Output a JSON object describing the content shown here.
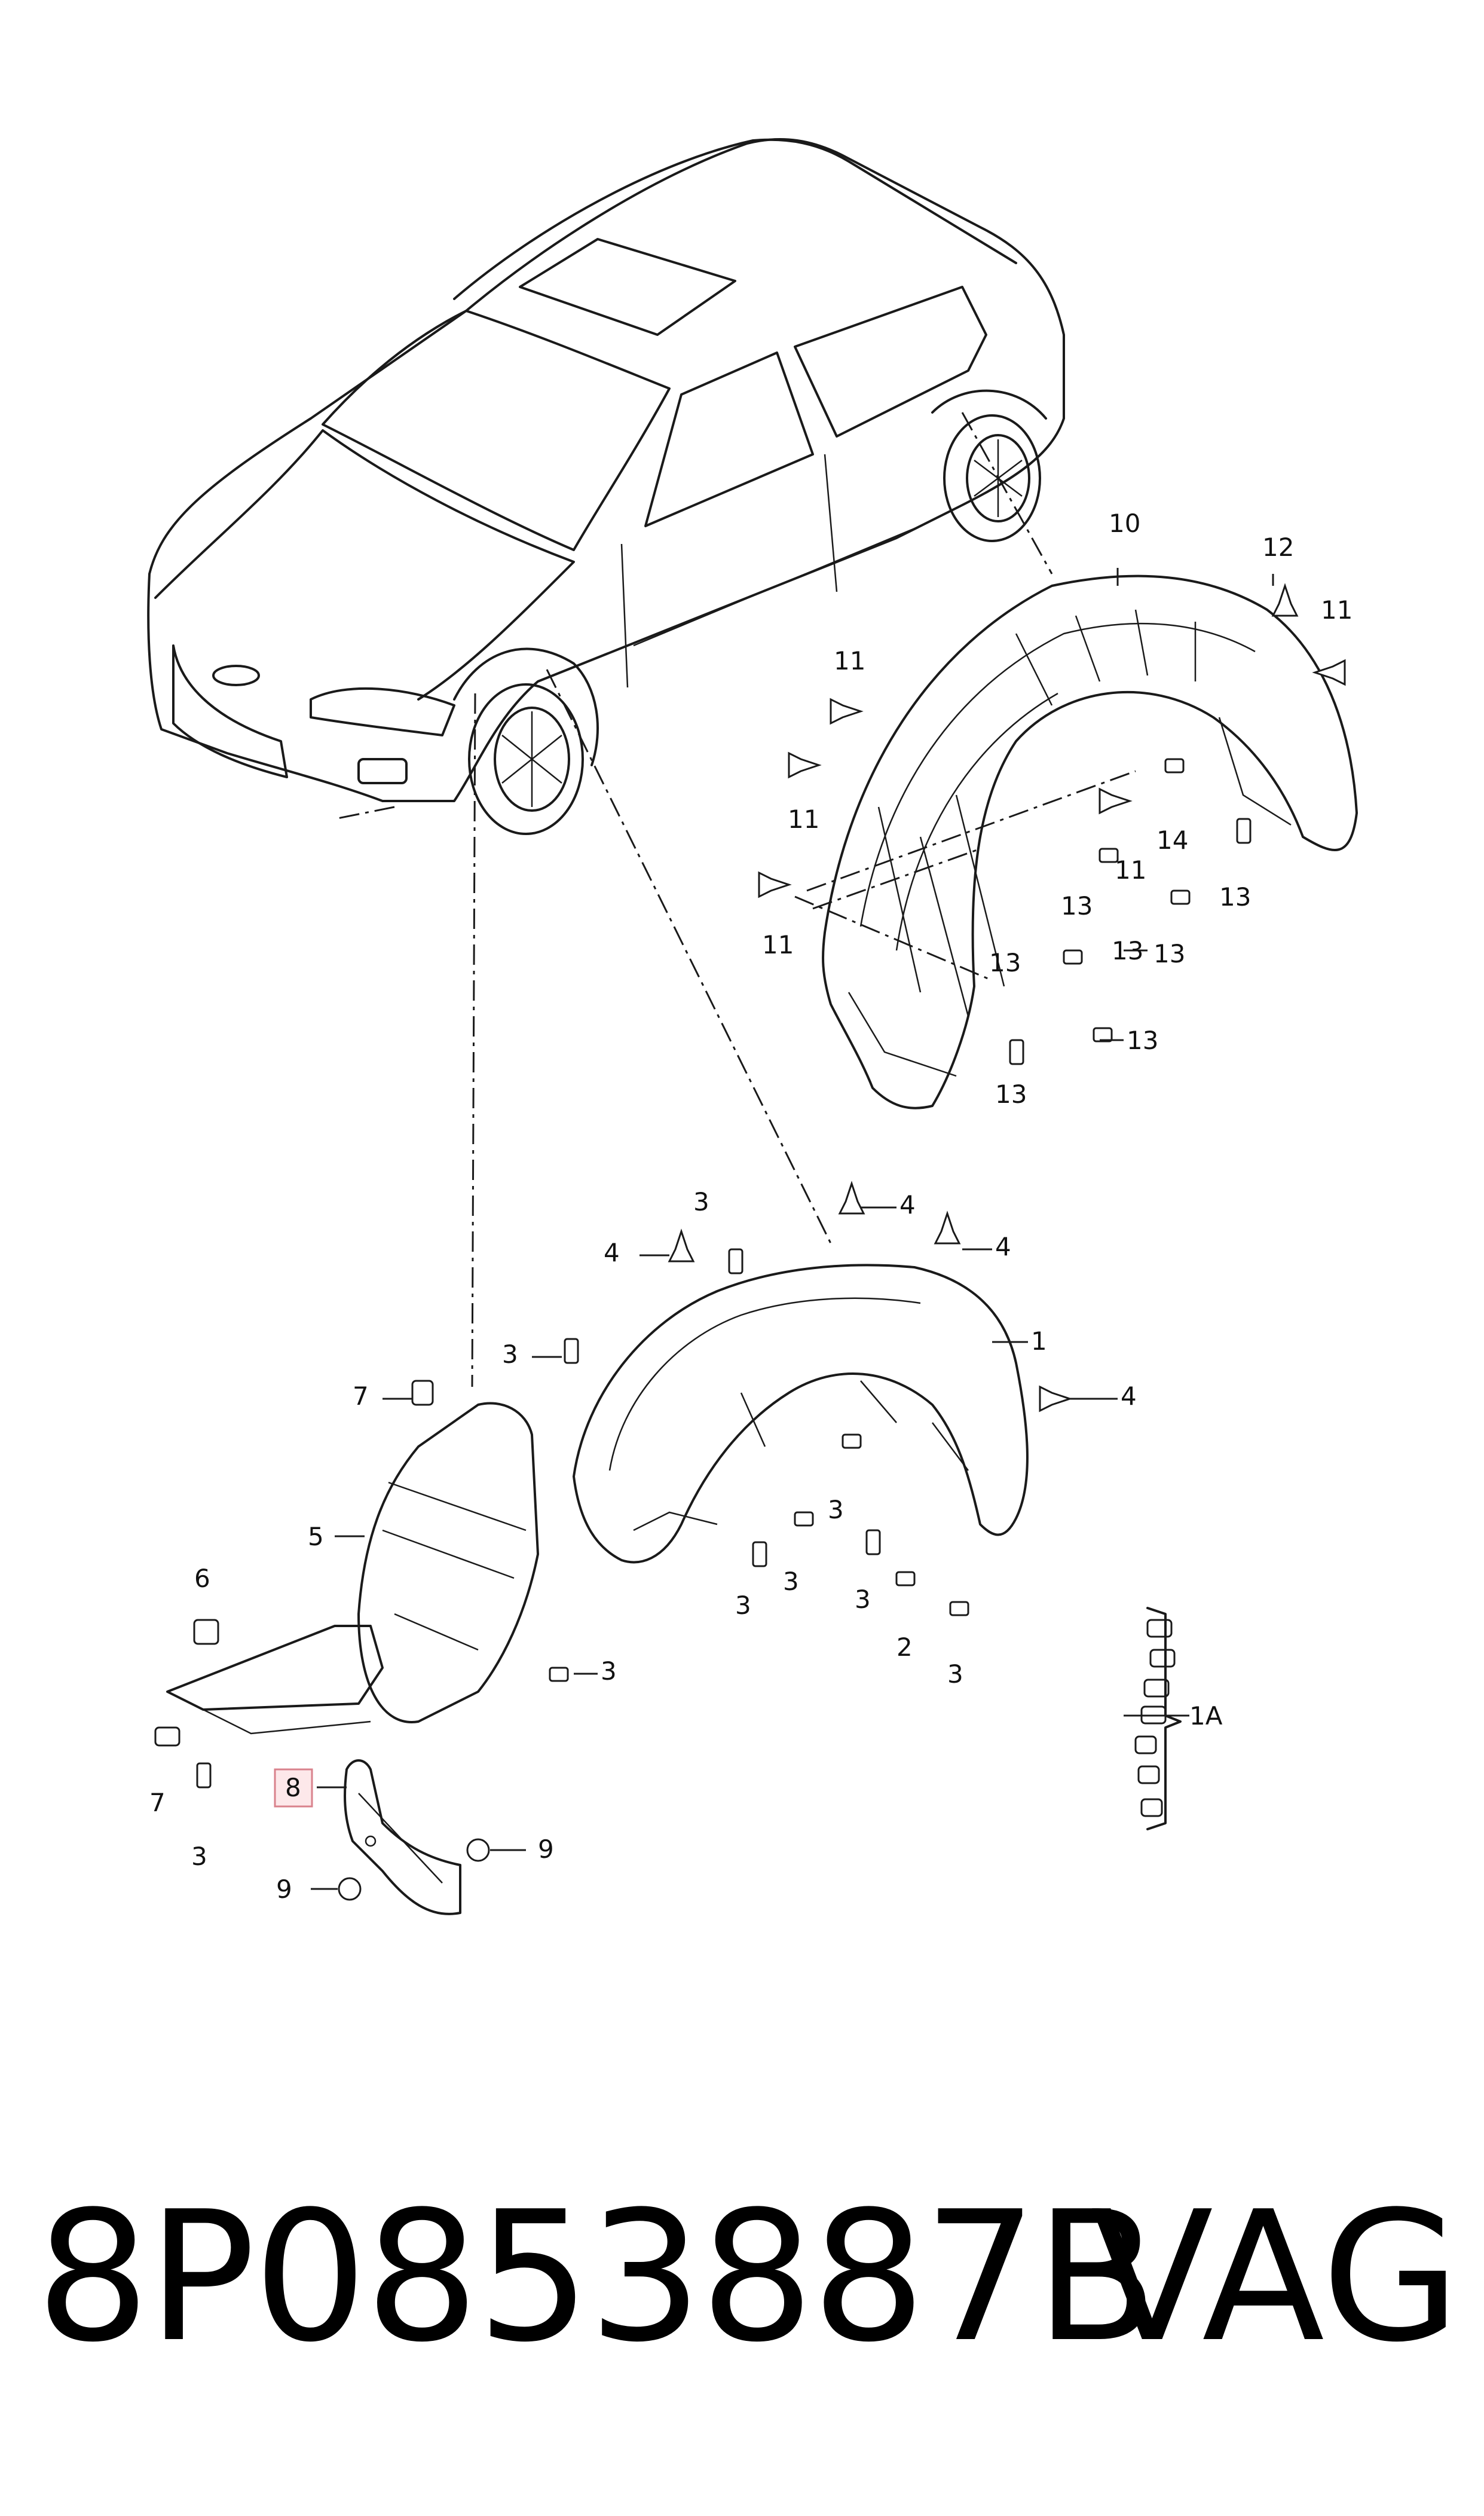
{
  "diagram": {
    "callouts": {
      "c1": "1",
      "c1a": "1A",
      "c2": "2",
      "c3a": "3",
      "c3b": "3",
      "c3c": "3",
      "c3d": "3",
      "c3e": "3",
      "c3f": "3",
      "c3g": "3",
      "c3h": "3",
      "c3i": "3",
      "c4a": "4",
      "c4b": "4",
      "c4c": "4",
      "c4d": "4",
      "c5": "5",
      "c6": "6",
      "c7a": "7",
      "c7b": "7",
      "c8": "8",
      "c9a": "9",
      "c9b": "9",
      "c10": "10",
      "c11a": "11",
      "c11b": "11",
      "c11c": "11",
      "c11d": "11",
      "c11e": "11",
      "c12": "12",
      "c13a": "13",
      "c13b": "13",
      "c13c": "13",
      "c13d": "13",
      "c13e": "13",
      "c13f": "13",
      "c13g": "13",
      "c14": "14"
    },
    "highlighted_callout": "8",
    "highlight_color": "#fde8ea"
  },
  "footer": {
    "part_number": "8P0853887B",
    "brand": "VAG"
  }
}
